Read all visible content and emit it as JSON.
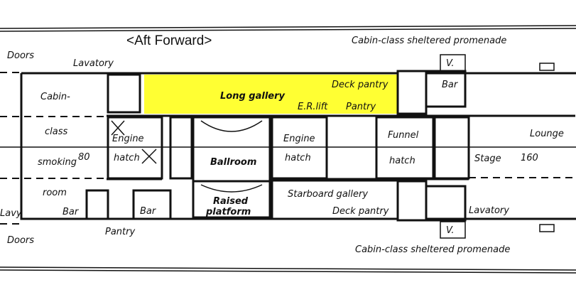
{
  "header": {
    "direction_label": "<Aft   Forward>"
  },
  "colors": {
    "highlight": "#ffff33",
    "ink": "#111111"
  },
  "labels": {
    "promenade_top": "Cabin-class sheltered promenade",
    "promenade_bottom": "Cabin-class sheltered promenade",
    "doors_top": "Doors",
    "doors_bottom": "Doors",
    "lavatory_top": "Lavatory",
    "lavatory_bottom": "Lavatory",
    "lavy": "Lavy",
    "cabin": "Cabin-",
    "class": "class",
    "smoking": "smoking",
    "room": "room",
    "frame_80": "80",
    "frame_160": "160",
    "bar_left": "Bar",
    "bar_box": "Bar",
    "bar_forward": "Bar",
    "pantry_left": "Pantry",
    "engine_hatch_1a": "Engine",
    "engine_hatch_1b": "hatch",
    "engine_hatch_2a": "Engine",
    "engine_hatch_2b": "hatch",
    "long_gallery": "Long gallery",
    "deck_pantry_top": "Deck pantry",
    "deck_pantry_bottom": "Deck pantry",
    "er_lift": "E.R.lift",
    "pantry_mid": "Pantry",
    "ballroom": "Ballroom",
    "raised_1": "Raised",
    "raised_2": "platform",
    "funnel_1": "Funnel",
    "funnel_2": "hatch",
    "starboard_gallery": "Starboard gallery",
    "stage": "Stage",
    "lounge": "Lounge",
    "v_top": "V.",
    "v_bottom": "V."
  }
}
